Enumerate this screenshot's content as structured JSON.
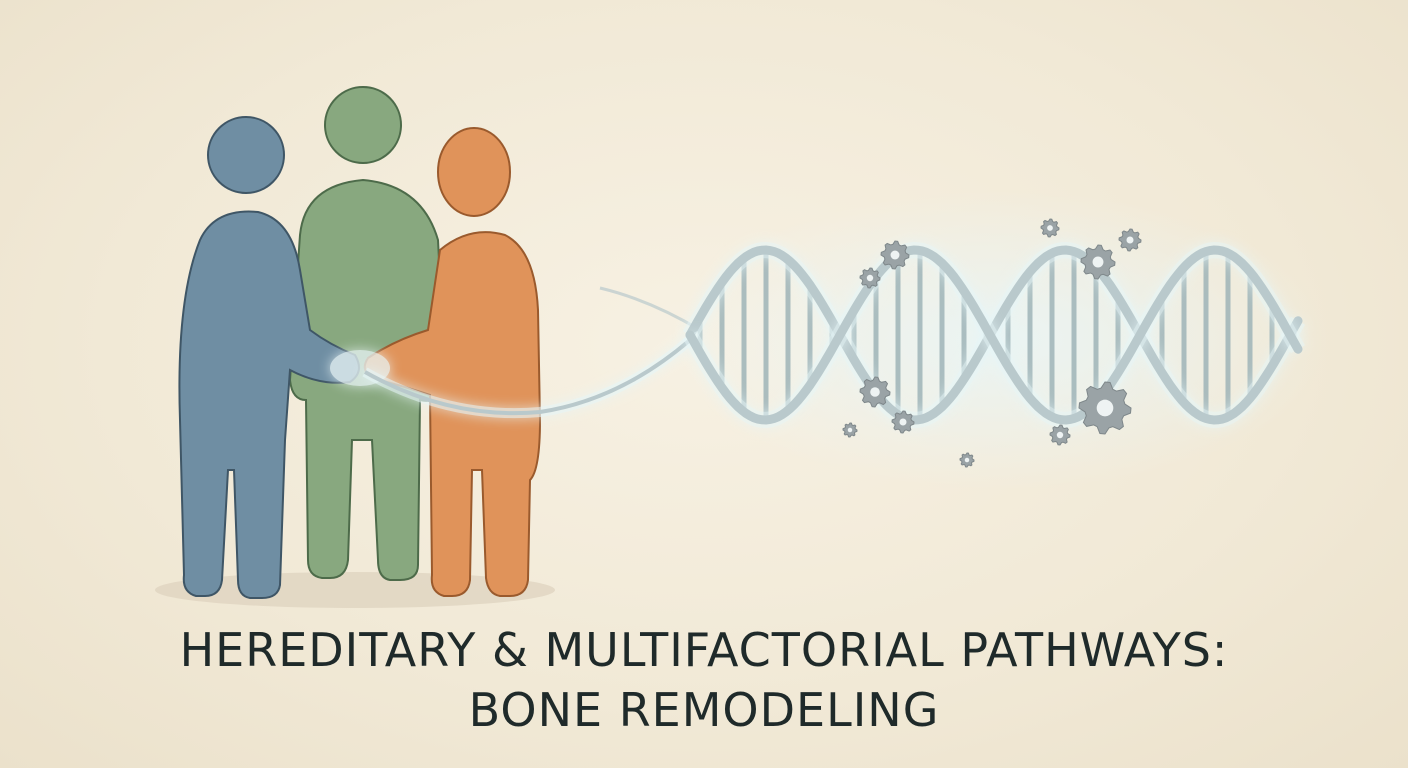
{
  "title": {
    "line1": "HEREDITARY & MULTIFACTORIAL PATHWAYS:",
    "line2": "BONE REMODELING"
  },
  "figures": [
    {
      "name": "blue-person",
      "color": "#6f8ea3"
    },
    {
      "name": "green-person",
      "color": "#88a87f"
    },
    {
      "name": "orange-person",
      "color": "#e0935a"
    }
  ],
  "helix": {
    "strand_color": "#b9c9cc",
    "glow_color": "#e6f6f8",
    "rung_color": "#9fb4b8"
  },
  "gears": {
    "color": "#9aa3a6"
  }
}
